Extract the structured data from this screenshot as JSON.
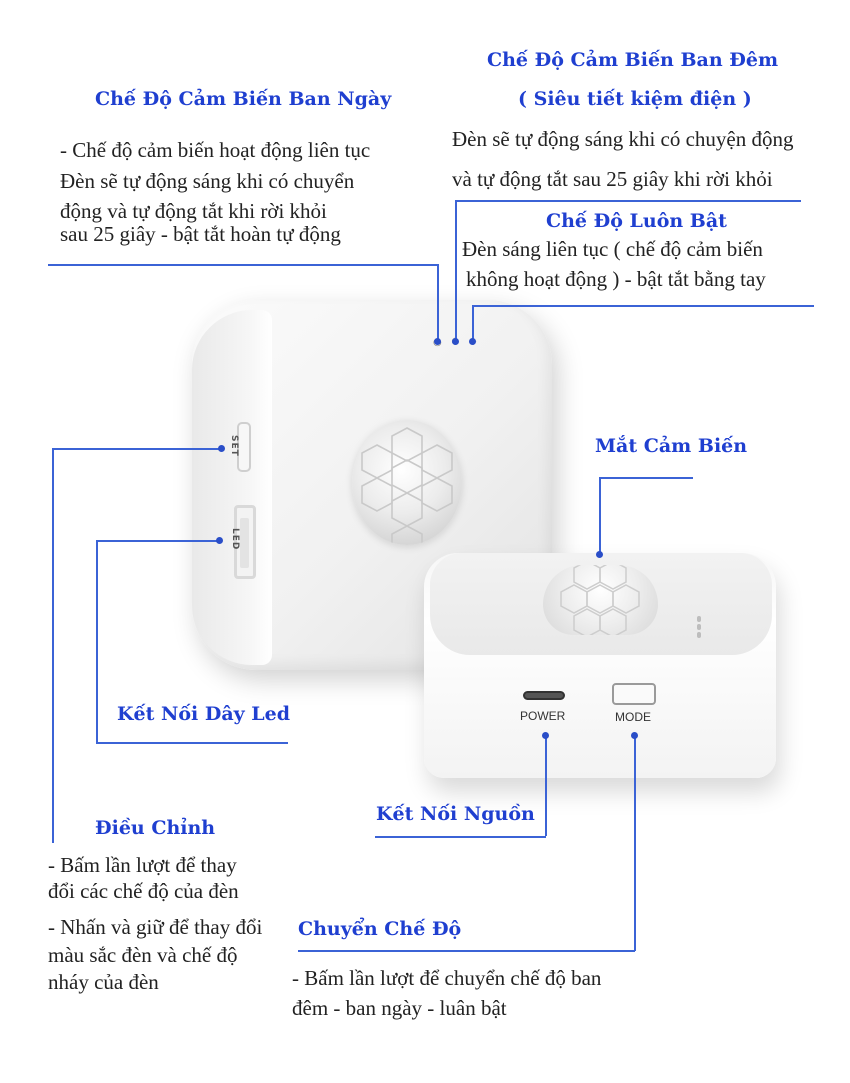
{
  "day_mode": {
    "title": "Chế Độ Cảm Biến Ban Ngày",
    "lines": [
      "- Chế độ cảm biến hoạt động liên tục",
      "Đèn sẽ tự động sáng khi có chuyển",
      "động và tự động tắt khi rời khỏi",
      "sau 25 giây - bật tắt hoàn tự động"
    ]
  },
  "night_mode": {
    "title": "Chế Độ Cảm Biến Ban Đêm",
    "subtitle": "( Siêu tiết kiệm điện )",
    "lines": [
      "Đèn sẽ tự động sáng khi có chuyện động",
      "và tự động tắt sau 25 giây khi rời khỏi"
    ]
  },
  "always_on": {
    "title": "Chế Độ Luôn Bật",
    "lines": [
      "Đèn sáng liên tục ( chế độ cảm biến",
      "không hoạt động ) - bật tắt bằng tay"
    ]
  },
  "sensor_eye": {
    "title": "Mắt Cảm Biến"
  },
  "led_connect": {
    "title": "Kết Nối Dây Led"
  },
  "adjust": {
    "title": "Điều Chỉnh",
    "lines": [
      "- Bấm lần lượt để thay",
      "đổi các chế độ của đèn",
      "- Nhấn và giữ để thay đổi",
      "màu sắc đèn và chế độ",
      "nháy của đèn"
    ]
  },
  "power_connect": {
    "title": "Kết Nối Nguồn"
  },
  "switch_mode": {
    "title": "Chuyển Chế Độ",
    "lines": [
      "- Bấm lần lượt để chuyển chế độ ban",
      "đêm - ban ngày - luân bật"
    ]
  },
  "device": {
    "set_label": "SET",
    "led_label": "LED",
    "power_label": "POWER",
    "mode_label": "MODE"
  },
  "colors": {
    "title_blue": "#1f3fd0",
    "line_blue": "#3b63d6"
  }
}
